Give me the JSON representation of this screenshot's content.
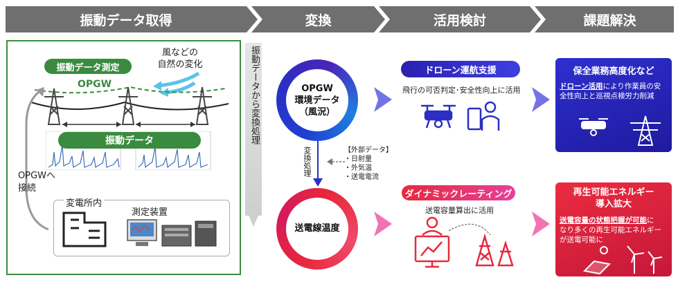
{
  "stages": [
    {
      "label": "振動データ取得"
    },
    {
      "label": "変換"
    },
    {
      "label": "活用検討"
    },
    {
      "label": "課題解決"
    }
  ],
  "left": {
    "measure_pill": "振動データ測定",
    "weather_line1": "風などの",
    "weather_line2": "自然の変化",
    "opgw_label": "OPGW",
    "vibration_pill": "振動データ",
    "connect_line1": "OPGWへ",
    "connect_line2": "接続",
    "substation_label": "変電所内",
    "device_label": "測定装置"
  },
  "conversion": {
    "vertical_text": "振動データから変換処理",
    "top_circle_line1": "OPGW",
    "top_circle_line2": "環境データ",
    "top_circle_line3": "（風況）",
    "process_text": "変換処理",
    "external_title": "【外部データ】",
    "external_items": [
      "・日射量",
      "・外気温",
      "・送電電流"
    ],
    "bottom_circle": "送電線温度"
  },
  "usage": {
    "drone_pill": "ドローン運航支援",
    "drone_desc": "飛行の可否判定･安全性向上に活用",
    "rating_pill": "ダイナミックレーティング",
    "rating_desc": "送電容量算出に活用"
  },
  "results": {
    "top_title": "保全業務高度化など",
    "top_highlight": "ドローン活用",
    "top_rest1": "により作業員の安",
    "top_rest2": "全性向上と巡視点検労力削減",
    "bottom_title1": "再生可能エネルギー",
    "bottom_title2": "導入拡大",
    "bottom_highlight": "送電容量の状態把握が可能",
    "bottom_rest1": "に",
    "bottom_rest2": "なり多くの再生可能エネルギー",
    "bottom_rest3": "が送電可能に"
  },
  "colors": {
    "stage_gray": "#6f6f6f",
    "green": "#3a8b3f",
    "blue": "#2b2fc4",
    "red": "#e8283c"
  }
}
